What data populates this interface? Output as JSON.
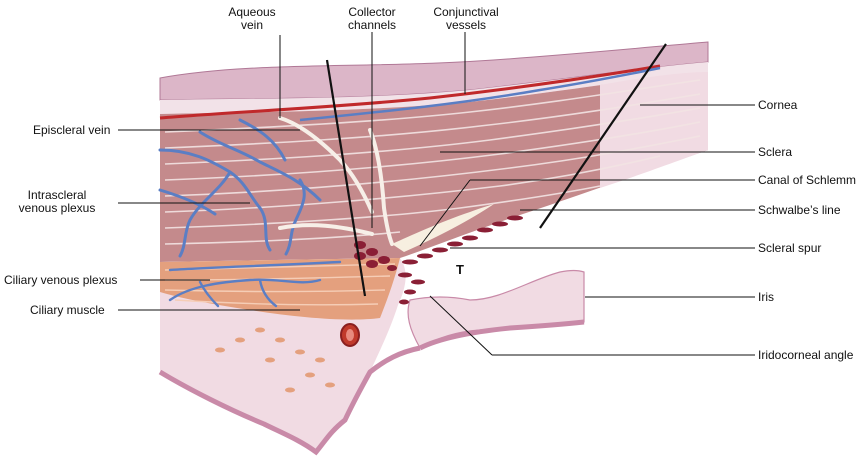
{
  "labels": {
    "aqueous_vein": [
      "Aqueous",
      "vein"
    ],
    "collector_channels": [
      "Collector",
      "channels"
    ],
    "conjunctival_vessels": [
      "Conjunctival",
      "vessels"
    ],
    "episcleral_vein": "Episcleral vein",
    "intrascleral_venous_plexus": [
      "Intrascleral",
      "venous plexus"
    ],
    "ciliary_venous_plexus": "Ciliary venous plexus",
    "ciliary_muscle": "Ciliary muscle",
    "cornea": "Cornea",
    "sclera": "Sclera",
    "canal_of_schlemm": "Canal of Schlemm",
    "schwalbes_line": "Schwalbe’s line",
    "scleral_spur": "Scleral spur",
    "iris": "Iris",
    "iridocorneal_angle": "Iridocorneal angle",
    "trabecular_marker": "T"
  },
  "colors": {
    "conjunctiva": "#e8cfd6",
    "epithelium": "#c98aa8",
    "sclera": "#c98a8a",
    "sclera_fiber": "#f4e6e6",
    "cornea": "#f3dde6",
    "vein_blue": "#5b7ec4",
    "artery_red": "#c0292b",
    "muscle_orange": "#e0906a",
    "dark_trabecular": "#8a1f35",
    "iris": "#f3dde6"
  }
}
